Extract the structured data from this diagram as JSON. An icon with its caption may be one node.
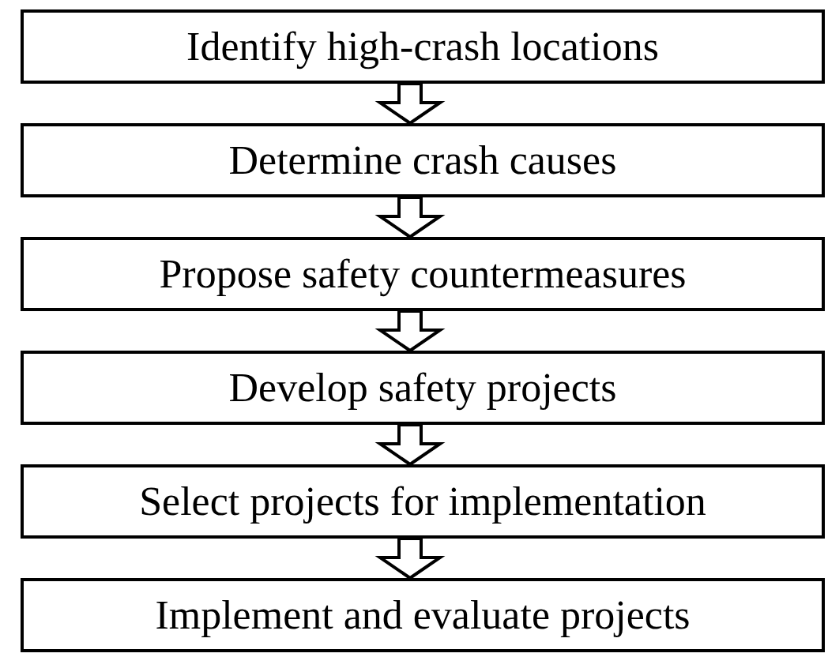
{
  "diagram": {
    "nodes": [
      {
        "text": [
          "Identify high-crash locations"
        ]
      },
      {
        "text": [
          "Determine crash causes"
        ]
      },
      {
        "text": [
          "Propose safety countermeasures"
        ]
      },
      {
        "text": [
          "Develop safety projects"
        ]
      },
      {
        "text": [
          "Select projects for implementation"
        ]
      },
      {
        "text": [
          "Implement and evaluate projects"
        ]
      }
    ],
    "edges": [
      {
        "from": 0,
        "to": 1,
        "arrow": "to"
      },
      {
        "from": 1,
        "to": 2,
        "arrow": "to"
      },
      {
        "from": 2,
        "to": 3,
        "arrow": "to"
      },
      {
        "from": 3,
        "to": 4,
        "arrow": "to"
      },
      {
        "from": 4,
        "to": 5,
        "arrow": "to"
      }
    ]
  }
}
